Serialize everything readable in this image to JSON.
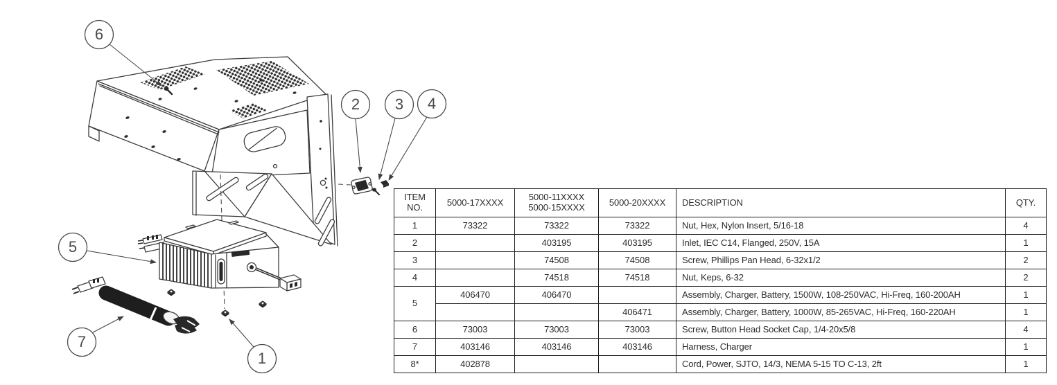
{
  "colors": {
    "background": "#ffffff",
    "line": "#3c3c3c",
    "text": "#2b2b2b",
    "dark_fill": "#282828"
  },
  "diagram": {
    "callouts": {
      "n1": "1",
      "n2": "2",
      "n3": "3",
      "n4": "4",
      "n5": "5",
      "n6": "6",
      "n7": "7"
    }
  },
  "table": {
    "header": {
      "item_line1": "ITEM",
      "item_line2": "NO.",
      "col17": "5000-17XXXX",
      "col11_line1": "5000-11XXXX",
      "col11_line2": "5000-15XXXX",
      "col20": "5000-20XXXX",
      "description": "DESCRIPTION",
      "qty": "QTY."
    },
    "rows": [
      {
        "item": "1",
        "p17": "73322",
        "p11": "73322",
        "p20": "73322",
        "desc": "Nut, Hex, Nylon Insert, 5/16-18",
        "qty": "4"
      },
      {
        "item": "2",
        "p17": "",
        "p11": "403195",
        "p20": "403195",
        "desc": "Inlet, IEC C14, Flanged, 250V, 15A",
        "qty": "1"
      },
      {
        "item": "3",
        "p17": "",
        "p11": "74508",
        "p20": "74508",
        "desc": "Screw, Phillips Pan Head, 6-32x1/2",
        "qty": "2"
      },
      {
        "item": "4",
        "p17": "",
        "p11": "74518",
        "p20": "74518",
        "desc": "Nut, Keps, 6-32",
        "qty": "2"
      },
      {
        "item": "5",
        "p17": "406470",
        "p11": "406470",
        "p20": "",
        "desc": "Assembly, Charger, Battery, 1500W, 108-250VAC, Hi-Freq, 160-200AH",
        "qty": "1"
      },
      {
        "item": "",
        "p17": "",
        "p11": "",
        "p20": "406471",
        "desc": "Assembly, Charger, Battery, 1000W, 85-265VAC, Hi-Freq, 160-220AH",
        "qty": "1"
      },
      {
        "item": "6",
        "p17": "73003",
        "p11": "73003",
        "p20": "73003",
        "desc": "Screw, Button Head Socket Cap, 1/4-20x5/8",
        "qty": "4"
      },
      {
        "item": "7",
        "p17": "403146",
        "p11": "403146",
        "p20": "403146",
        "desc": "Harness, Charger",
        "qty": "1"
      },
      {
        "item": "8*",
        "p17": "402878",
        "p11": "",
        "p20": "",
        "desc": "Cord, Power, SJTO, 14/3, NEMA 5-15 TO C-13, 2ft",
        "qty": "1"
      }
    ]
  }
}
